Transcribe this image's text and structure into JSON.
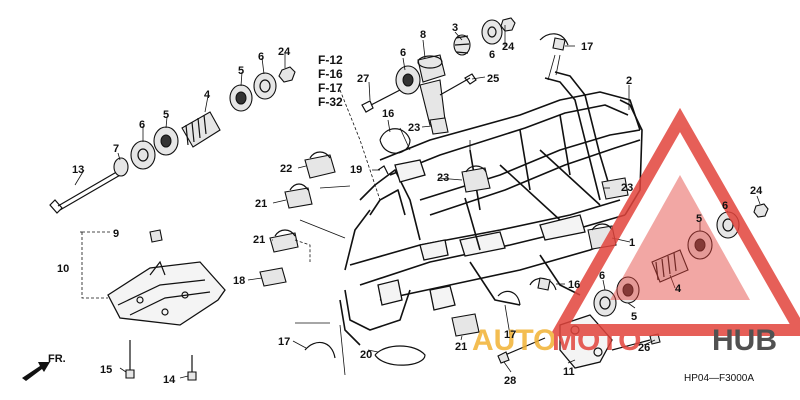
{
  "diagram": {
    "code": "HP04—F3000A",
    "fr_label": "FR.",
    "ref_codes": [
      "F-12",
      "F-16",
      "F-17",
      "F-32"
    ],
    "callouts": [
      {
        "id": "c2",
        "text": "2"
      },
      {
        "id": "c3",
        "text": "3"
      },
      {
        "id": "c6a",
        "text": "6"
      },
      {
        "id": "c24a",
        "text": "24"
      },
      {
        "id": "c17a",
        "text": "17"
      },
      {
        "id": "c8",
        "text": "8"
      },
      {
        "id": "c6b",
        "text": "6"
      },
      {
        "id": "c25",
        "text": "25"
      },
      {
        "id": "c27",
        "text": "27"
      },
      {
        "id": "c16a",
        "text": "16"
      },
      {
        "id": "c23a",
        "text": "23"
      },
      {
        "id": "c24b",
        "text": "24"
      },
      {
        "id": "c6c",
        "text": "6"
      },
      {
        "id": "c5a",
        "text": "5"
      },
      {
        "id": "c4a",
        "text": "4"
      },
      {
        "id": "c5b",
        "text": "5"
      },
      {
        "id": "c6d",
        "text": "6"
      },
      {
        "id": "c7",
        "text": "7"
      },
      {
        "id": "c13",
        "text": "13"
      },
      {
        "id": "c22",
        "text": "22"
      },
      {
        "id": "c19",
        "text": "19"
      },
      {
        "id": "c23b",
        "text": "23"
      },
      {
        "id": "c23c",
        "text": "23"
      },
      {
        "id": "c21a",
        "text": "21"
      },
      {
        "id": "c21b",
        "text": "21"
      },
      {
        "id": "c9",
        "text": "9"
      },
      {
        "id": "c10",
        "text": "10"
      },
      {
        "id": "c18",
        "text": "18"
      },
      {
        "id": "c1",
        "text": "1"
      },
      {
        "id": "c24c",
        "text": "24"
      },
      {
        "id": "c6e",
        "text": "6"
      },
      {
        "id": "c5c",
        "text": "5"
      },
      {
        "id": "c6f",
        "text": "6"
      },
      {
        "id": "c16b",
        "text": "16"
      },
      {
        "id": "c4b",
        "text": "4"
      },
      {
        "id": "c5d",
        "text": "5"
      },
      {
        "id": "c17b",
        "text": "17"
      },
      {
        "id": "c17c",
        "text": "17"
      },
      {
        "id": "c20",
        "text": "20"
      },
      {
        "id": "c21c",
        "text": "21"
      },
      {
        "id": "c15",
        "text": "15"
      },
      {
        "id": "c14",
        "text": "14"
      },
      {
        "id": "c28",
        "text": "28"
      },
      {
        "id": "c11",
        "text": "11"
      },
      {
        "id": "c26",
        "text": "26"
      }
    ]
  },
  "watermark": {
    "text_auto": "AUTO",
    "text_moto": "MOTO",
    "text_hub": "HUB",
    "color_red": "#e2443c",
    "color_gold": "#f2b233",
    "color_dark": "#333333"
  }
}
